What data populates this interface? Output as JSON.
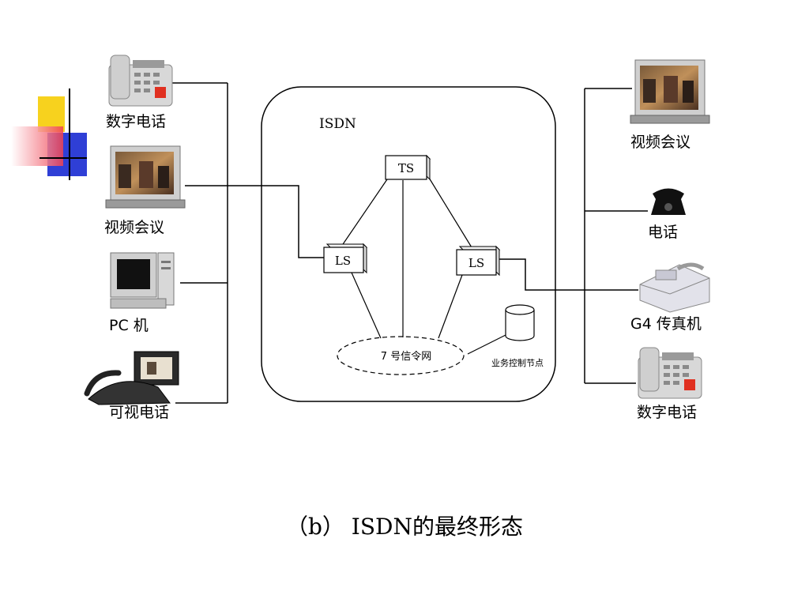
{
  "devices_left": [
    {
      "label": "数字电话",
      "icon": "digital-phone-icon"
    },
    {
      "label": "视频会议",
      "icon": "video-conference-icon"
    },
    {
      "label": "PC 机",
      "icon": "pc-icon"
    },
    {
      "label": "可视电话",
      "icon": "video-phone-icon"
    }
  ],
  "devices_right": [
    {
      "label": "视频会议",
      "icon": "video-conference-icon"
    },
    {
      "label": "电话",
      "icon": "telephone-icon"
    },
    {
      "label": "G4 传真机",
      "icon": "fax-icon"
    },
    {
      "label": "数字电话",
      "icon": "digital-phone-icon"
    }
  ],
  "network": {
    "title": "ISDN",
    "ts_node": "TS",
    "ls_left": "LS",
    "ls_right": "LS",
    "signaling_net": "7 号信令网",
    "service_control_point": "业务控制节点"
  },
  "caption": "（b） ISDN的最终形态",
  "colors": {
    "accent_yellow": "#f7d21e",
    "accent_blue": "#2f3fd6",
    "accent_red": "#f04050"
  }
}
